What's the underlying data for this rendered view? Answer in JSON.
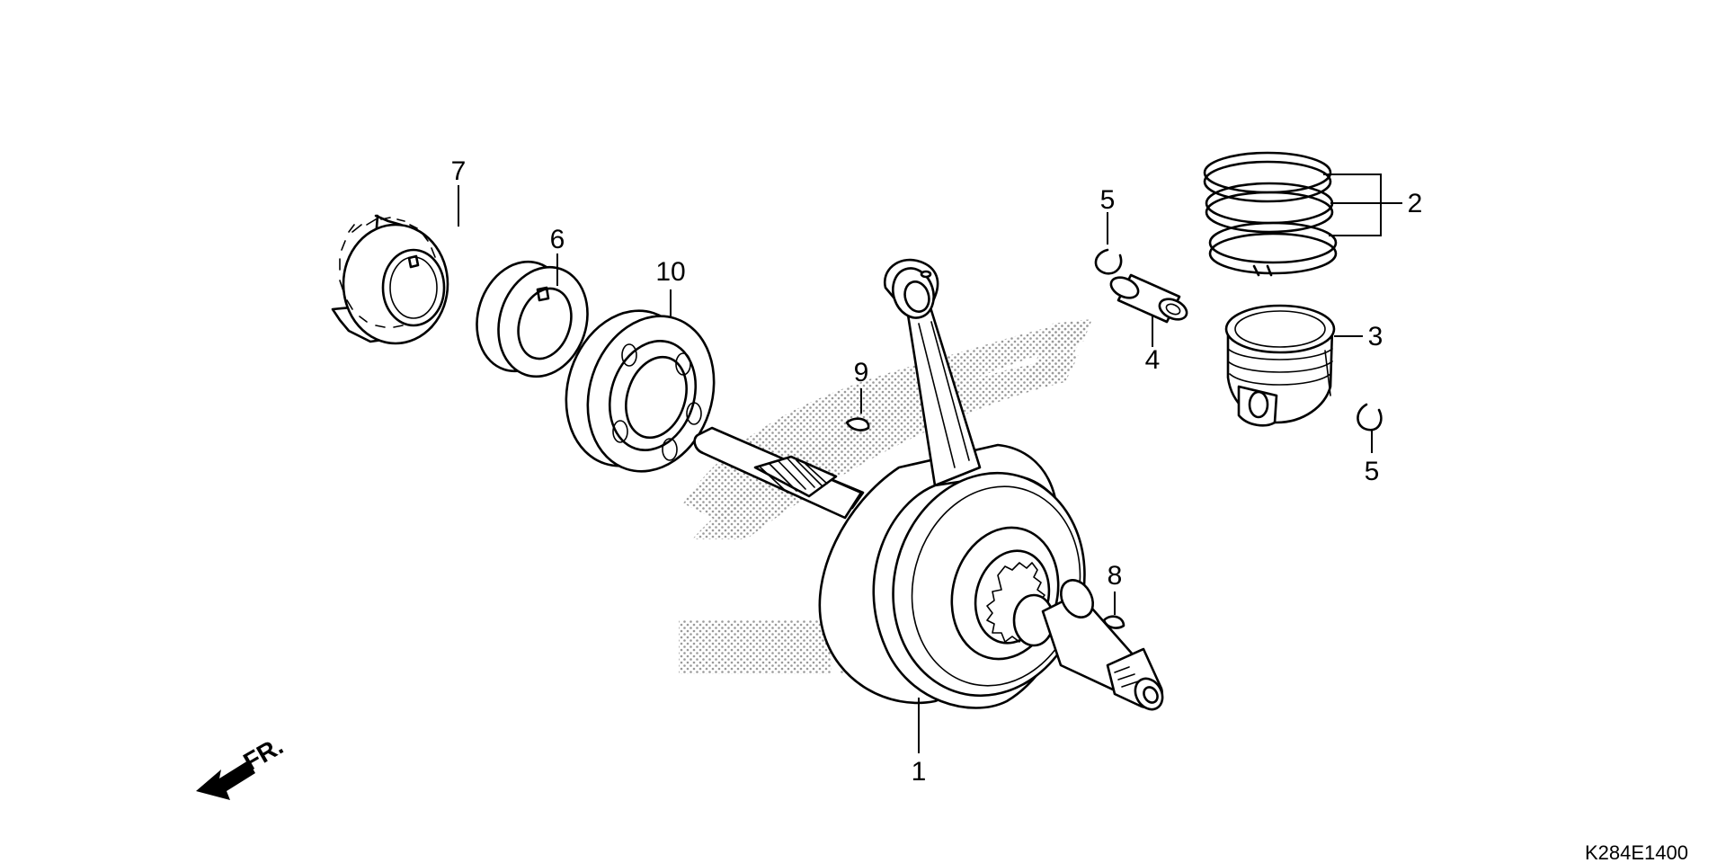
{
  "callouts": {
    "crankshaft": "1",
    "piston_ring_set": "2",
    "piston": "3",
    "piston_pin": "4",
    "pin_clip_top": "5",
    "pin_clip_bottom": "5",
    "collar": "6",
    "gear": "7",
    "key_right": "8",
    "key_left": "9",
    "bearing": "10"
  },
  "direction_label": "FR.",
  "diagram_code": "K284E1400",
  "colors": {
    "line": "#000000",
    "background": "#ffffff",
    "watermark": "#9a9a9a"
  },
  "icons": {
    "direction": "arrow-front-icon"
  }
}
